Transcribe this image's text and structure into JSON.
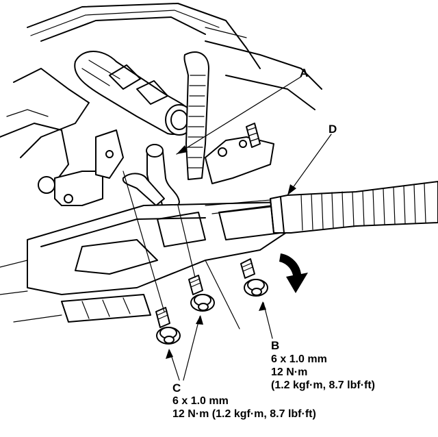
{
  "labels": {
    "a": "A",
    "b": "B",
    "c": "C",
    "d": "D"
  },
  "specs": {
    "b": {
      "size": "6 x 1.0 mm",
      "torque_nm": "12 N·m",
      "torque_alt": "(1.2 kgf·m, 8.7 lbf·ft)"
    },
    "c": {
      "size": "6 x 1.0 mm",
      "torque": "12 N·m (1.2 kgf·m, 8.7 lbf·ft)"
    }
  },
  "icons": {
    "direction_arrow": "curved-down-arrow-icon",
    "bolt": "flange-bolt-icon"
  },
  "colors": {
    "ink": "#000000",
    "paper": "#ffffff"
  }
}
